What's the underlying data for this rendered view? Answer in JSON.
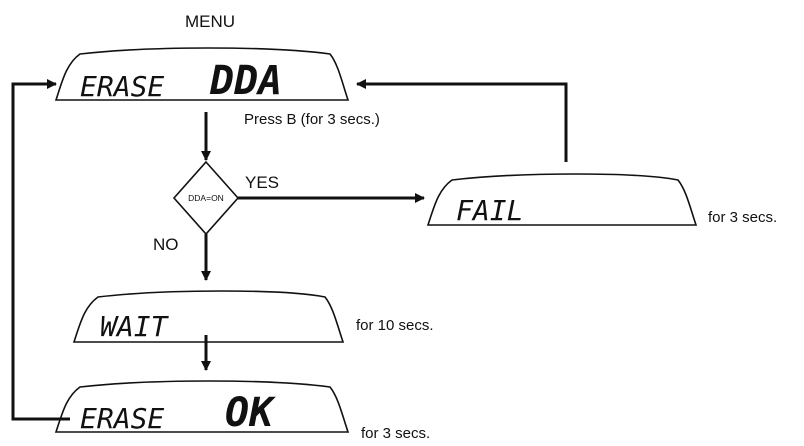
{
  "menu_title": "MENU",
  "displays": {
    "erase_dda": {
      "left": "ERASE",
      "right": "DDA"
    },
    "fail": {
      "text": "FAIL"
    },
    "wait": {
      "text": "WAIT"
    },
    "erase_ok": {
      "left": "ERASE",
      "right": "OK"
    }
  },
  "decision": {
    "text": "DDA=ON",
    "yes": "YES",
    "no": "NO"
  },
  "notes": {
    "press_b": "Press B (for 3 secs.)",
    "fail_time": "for 3 secs.",
    "wait_time": "for 10 secs.",
    "ok_time": "for 3 secs."
  }
}
